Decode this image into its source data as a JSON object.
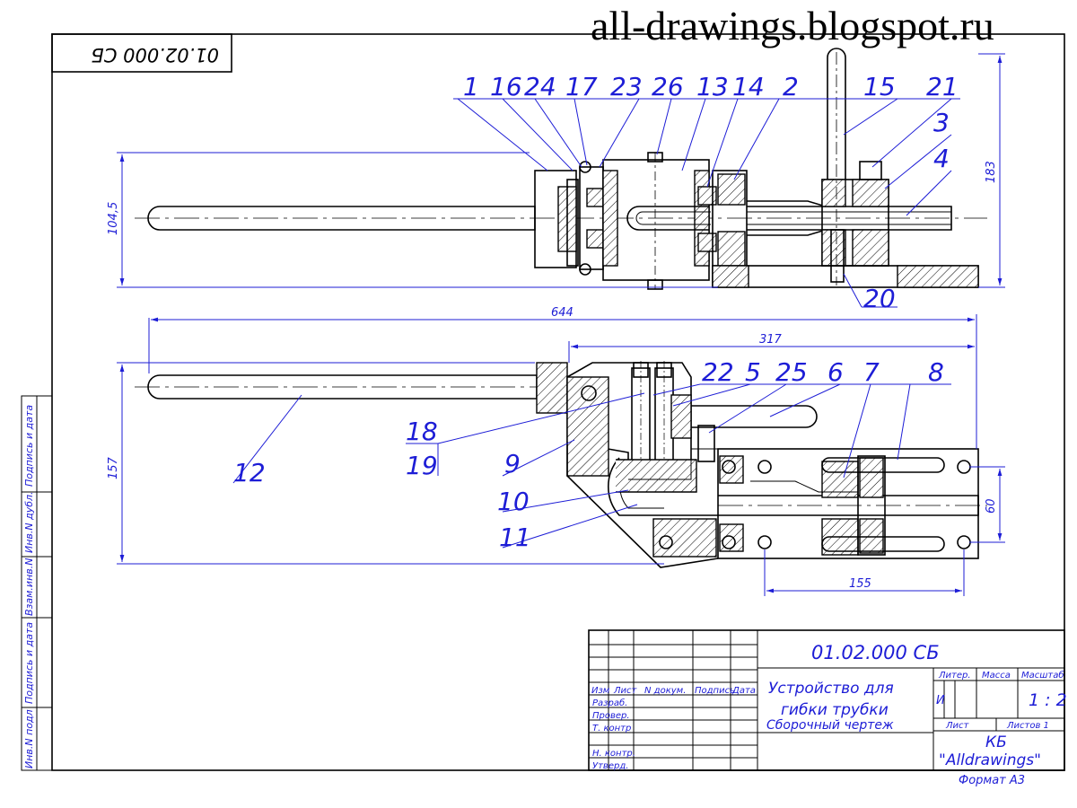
{
  "watermark": "all-drawings.blogspot.ru",
  "stamp_top": "01.02.000 СБ",
  "title_block": {
    "designation": "01.02.000 СБ",
    "name_line1": "Устройство для",
    "name_line2": "гибки трубки",
    "doc_type": "Сборочный чертеж",
    "col_izm": "Изм",
    "col_list": "Лист",
    "col_ndoc": "N докум.",
    "col_podp": "Подпись",
    "col_data": "Дата",
    "row_razrab": "Разраб.",
    "row_prover": "Провер.",
    "row_tkontr": "Т. контр",
    "row_nkontr": "Н. контр.",
    "row_utverd": "Утверд.",
    "liter": "Литер.",
    "massa": "Масса",
    "masshtab": "Масштаб",
    "liter_value": "И",
    "scale_value": "1 : 2",
    "sheet": "Лист",
    "sheets": "Листов 1",
    "org_line1": "КБ",
    "org_line2": "\"Alldrawings\"",
    "format": "Формат А3"
  },
  "side_stamp": {
    "f1": "Подпись и дата",
    "f2": "Инв.N дубл.",
    "f3": "Взам.инв.N",
    "f4": "Подпись и дата",
    "f5": "Инв.N подл"
  },
  "dimensions": {
    "d_104_5": "104,5",
    "d_183": "183",
    "d_644": "644",
    "d_317": "317",
    "d_157": "157",
    "d_60": "60",
    "d_155": "155"
  },
  "callouts_top": [
    "1",
    "16",
    "24",
    "17",
    "23",
    "26",
    "13",
    "14",
    "2",
    "15",
    "21",
    "3",
    "4",
    "20"
  ],
  "callouts_bottom": [
    "22",
    "5",
    "25",
    "6",
    "7",
    "8",
    "18",
    "19",
    "9",
    "12",
    "10",
    "11"
  ]
}
